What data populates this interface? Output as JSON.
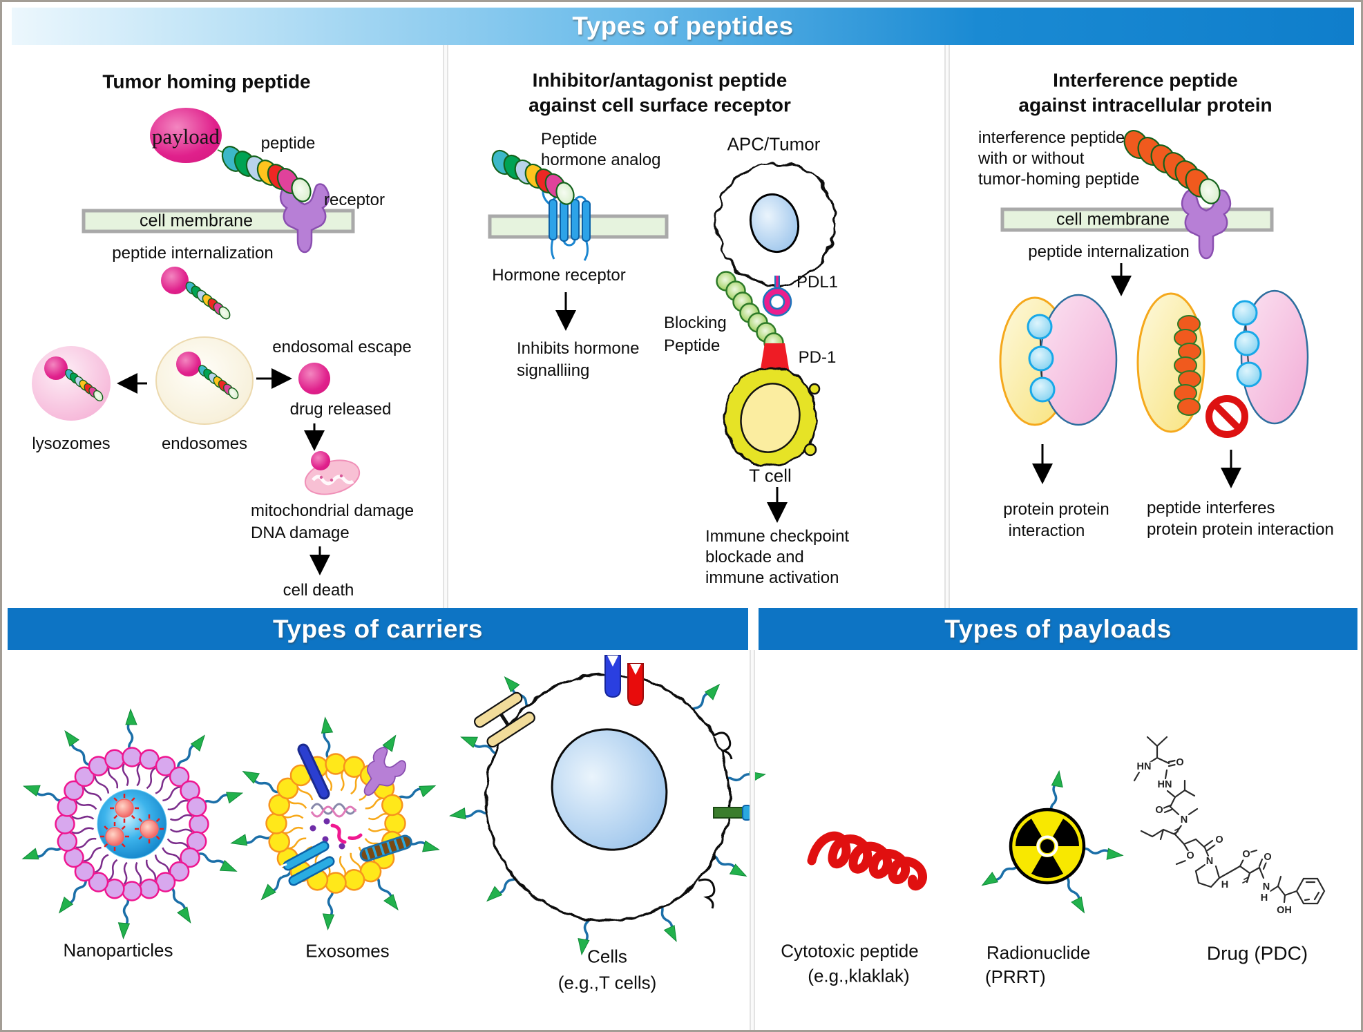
{
  "banners": {
    "peptides": "Types of peptides",
    "carriers": "Types of carriers",
    "payloads": "Types of payloads"
  },
  "tumor_homing": {
    "title": "Tumor homing peptide",
    "payload": "payload",
    "peptide": "peptide",
    "receptor": "receptor",
    "cell_membrane": "cell membrane",
    "internalization": "peptide internalization",
    "lysozomes": "lysozomes",
    "endosomes": "endosomes",
    "endosomal_escape": "endosomal escape",
    "drug_released": "drug released",
    "mito_damage": "mitochondrial damage",
    "dna_damage": "DNA damage",
    "cell_death": "cell death"
  },
  "inhibitor": {
    "title1": "Inhibitor/antagonist peptide",
    "title2": "against cell surface receptor",
    "analog1": "Peptide",
    "analog2": "hormone analog",
    "hormone_receptor": "Hormone receptor",
    "inhibits1": "Inhibits hormone",
    "inhibits2": "signalliing",
    "apc": "APC/Tumor",
    "pdl1": "PDL1",
    "blocking1": "Blocking",
    "blocking2": "Peptide",
    "pd1": "PD-1",
    "tcell": "T cell",
    "immune1": "Immune checkpoint",
    "immune2": "blockade and",
    "immune3": "immune activation"
  },
  "interference": {
    "title1": "Interference peptide",
    "title2": "against intracellular protein",
    "desc1": "interference peptide",
    "desc2": "with or without",
    "desc3": "tumor-homing peptide",
    "cell_membrane": "cell membrane",
    "internalization": "peptide internalization",
    "ppi1": "protein protein",
    "ppi2": "interaction",
    "interferes1": "peptide interferes",
    "interferes2": "protein protein interaction"
  },
  "carriers_section": {
    "nanoparticles": "Nanoparticles",
    "exosomes": "Exosomes",
    "cells1": "Cells",
    "cells2": "(e.g.,T cells)"
  },
  "payloads_section": {
    "cytotoxic1": "Cytotoxic peptide",
    "cytotoxic2": "(e.g.,klaklak)",
    "radionuclide1": "Radionuclide",
    "radionuclide2": "(PRRT)",
    "drug": "Drug (PDC)",
    "drug_atoms": {
      "a1": "HN",
      "a2": "O",
      "a3": "HN",
      "a4": "O",
      "a5": "N",
      "a6": "O",
      "a7": "O",
      "a8": "N",
      "a9": "O",
      "a10": "O",
      "a11": "H",
      "a12": "N",
      "a13": "H",
      "a14": "OH"
    }
  },
  "icons": {
    "radiation-icon": "nuclear trefoil",
    "prohibition-icon": "red no-entry sign",
    "targeting-peptide-icon": "teal squiggle with green arrowhead",
    "receptor-icon": "purple Y receptor",
    "gpcr-icon": "blue seven-transmembrane receptor"
  },
  "colors": {
    "banner_blue": "#0d74c4",
    "banner_gradient_left": "#ecf7fd",
    "payload_magenta": "#e0218c",
    "receptor_purple": "#b77fd6",
    "membrane_green": "#e6f3de",
    "membrane_border": "#a9a9a9",
    "bead_teal": "#3cb8c8",
    "bead_green": "#00a354",
    "bead_lightblue": "#b9d3ec",
    "bead_yellow": "#ffc41e",
    "bead_red": "#ee2724",
    "bead_magenta": "#e0429b",
    "bead_pale": "#e8f5dc",
    "orange_peptide": "#f05a1e",
    "blocking_green": "#8cc63e",
    "pd1_red": "#ee1c25",
    "tcell_yellow": "#e6e326",
    "nucleus_blue": "#a9cdf0",
    "nano_core_blue": "#1090d8",
    "nano_pink": "#ee1690",
    "nano_lavender": "#d8a8ee",
    "exosome_yellow": "#ffe81a",
    "exosome_orange": "#f7941d",
    "ligand_teal": "#1b6fa8",
    "ligand_green": "#22b14c",
    "helix_red": "#e01010",
    "radiation_yellow": "#f8e800",
    "prohibition_red": "#dd1111"
  }
}
